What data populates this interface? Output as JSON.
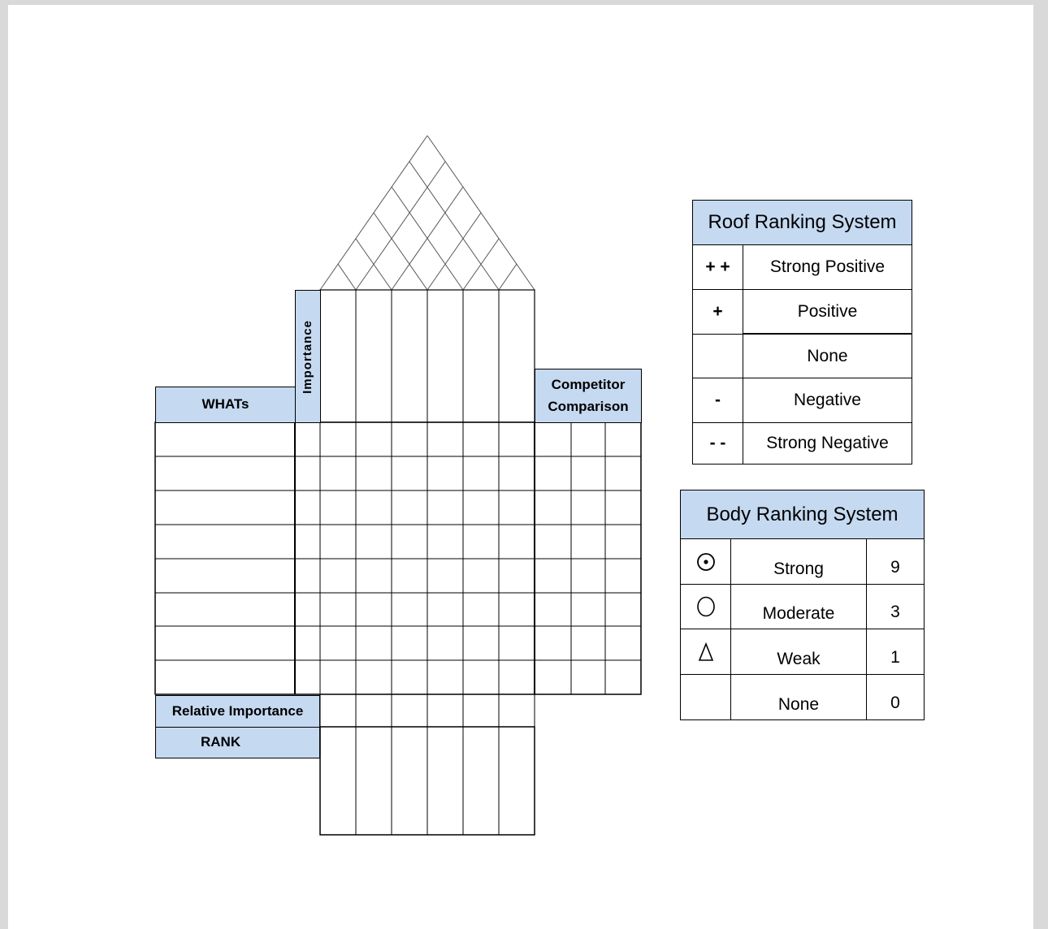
{
  "house": {
    "whats_label": "WHATs",
    "importance_label": "Importance",
    "competitor_line1": "Competitor",
    "competitor_line2": "Comparison",
    "relative_importance_label": "Relative Importance",
    "rank_label": "RANK"
  },
  "roof_legend": {
    "title": "Roof Ranking System",
    "rows": [
      {
        "symbol": "+ +",
        "label": "Strong Positive"
      },
      {
        "symbol": "+",
        "label": "Positive"
      },
      {
        "symbol": "",
        "label": "None"
      },
      {
        "symbol": "-",
        "label": "Negative"
      },
      {
        "symbol": "- -",
        "label": "Strong Negative"
      }
    ]
  },
  "body_legend": {
    "title": "Body Ranking System",
    "rows": [
      {
        "symbol": "circle-dot-icon",
        "label": "Strong",
        "value": "9"
      },
      {
        "symbol": "circle-icon",
        "label": "Moderate",
        "value": "3"
      },
      {
        "symbol": "triangle-icon",
        "label": "Weak",
        "value": "1"
      },
      {
        "symbol": "",
        "label": "None",
        "value": "0"
      }
    ]
  }
}
